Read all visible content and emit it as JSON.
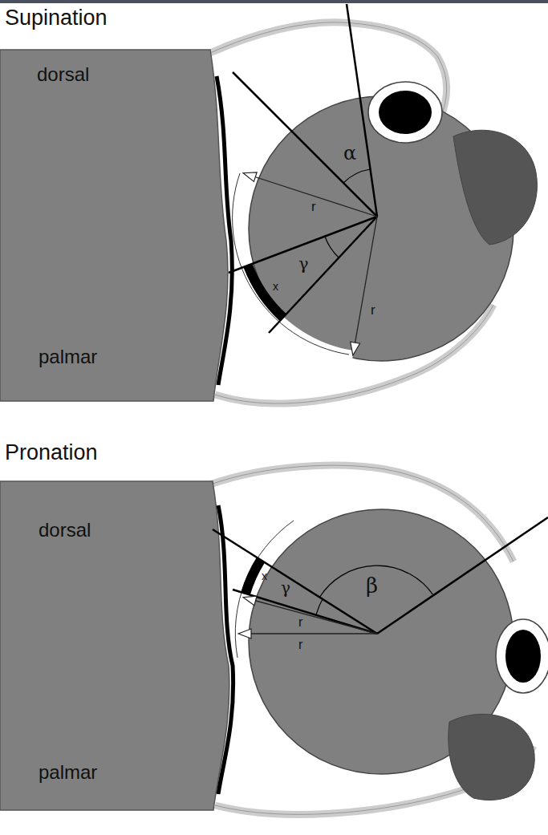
{
  "diagram": {
    "labels": [
      "Supination",
      "dorsal",
      "palmar",
      "α",
      "r",
      "γ",
      "x",
      "r",
      "Pronation",
      "dorsal",
      "palmar",
      "x",
      "γ",
      "β",
      "r",
      "r"
    ]
  }
}
